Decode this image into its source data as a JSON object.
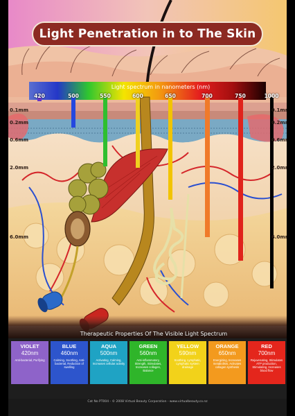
{
  "title": "Light Penetration in to The Skin",
  "spectrum_label": "Light spectrum in nanometers (nm)",
  "wavelength_labels": [
    "420",
    "500",
    "550",
    "600",
    "650",
    "700",
    "750",
    "1000"
  ],
  "beam_colors": [
    "#6a35c9",
    "#2448e0",
    "#2fbf2f",
    "#f0d020",
    "#f2c400",
    "#f07a2a",
    "#e0231b",
    "#000000"
  ],
  "depth_labels": [
    "0.1mm",
    "0.2mm",
    "0.6mm",
    "2.0mm",
    "6.0mm"
  ],
  "therapy_title": "Therapeutic Properties Of The Visible Light Spectrum",
  "therapy_cards": [
    {
      "name": "VIOLET",
      "wave": "420nm",
      "desc": "Anti-bacterial, Purifying",
      "color": "#8e63c9"
    },
    {
      "name": "BLUE",
      "wave": "460nm",
      "desc": "Calming, Soothing, Anti-bacterial, Reduction of swelling",
      "color": "#2d55cc"
    },
    {
      "name": "AQUA",
      "wave": "500nm",
      "desc": "Activating, Calming, Increases cellular activity",
      "color": "#1fa3c4"
    },
    {
      "name": "GREEN",
      "wave": "560nm",
      "desc": "Anti-inflammatory, Strength, Stimulates, Increases collagen, Balance",
      "color": "#2fb52a"
    },
    {
      "name": "YELLOW",
      "wave": "590nm",
      "desc": "Soothing, Lymphatic, Lymphatic system drainage",
      "color": "#f2d21a"
    },
    {
      "name": "ORANGE",
      "wave": "650nm",
      "desc": "Energizing, Increases metabolism, Activates collagen synthesis",
      "color": "#f39a1e"
    },
    {
      "name": "RED",
      "wave": "700nm",
      "desc": "Rejuvenating, Stimulates ATP production, Stimulating, Increases blood flow",
      "color": "#e4261c"
    }
  ],
  "footer": "Cat No PT004  -  © 2008 Virtual Beauty Corporation  -  www.virtualbeauty.co.nz"
}
